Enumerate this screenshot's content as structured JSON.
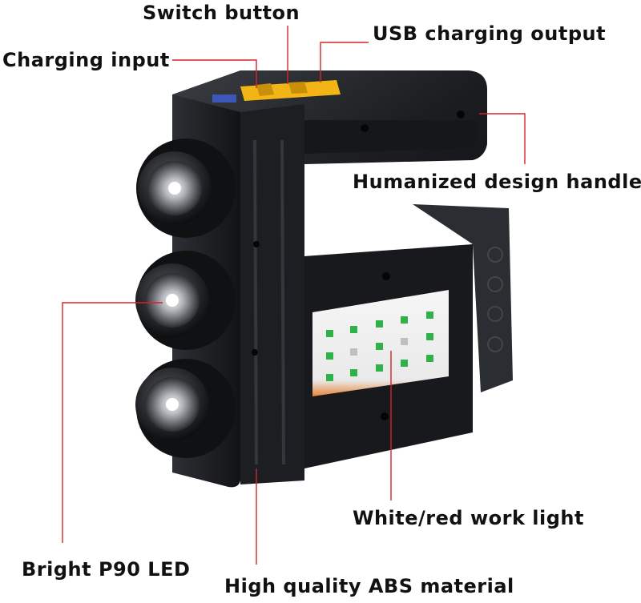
{
  "labels": {
    "switch_button": "Switch button",
    "usb_output": "USB charging output",
    "charging_input": "Charging input",
    "handle": "Humanized design handle",
    "work_light": "White/red work light",
    "led": "Bright P90 LED",
    "material": "High quality ABS material"
  },
  "colors": {
    "accent_line": "#d8222a",
    "body": "#1e2023",
    "switch": "#f2b515",
    "panel_glow": "#e8853a"
  },
  "icons": [
    "flashlight-image"
  ]
}
